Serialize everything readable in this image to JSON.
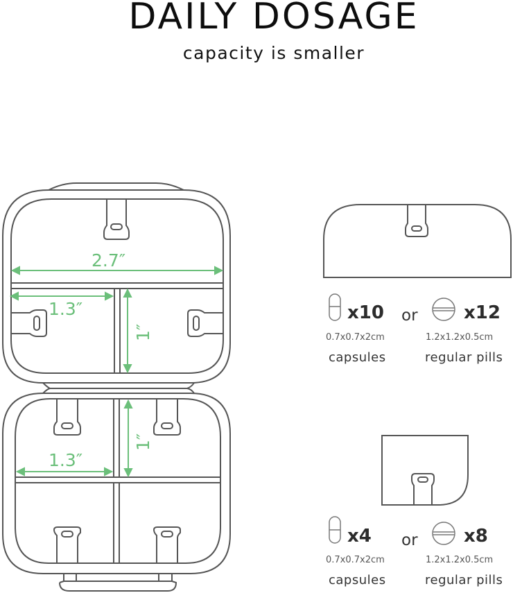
{
  "header": {
    "title": "DAILY DOSAGE",
    "subtitle": "capacity is smaller"
  },
  "colors": {
    "outline": "#555555",
    "measure": "#6bbf7a",
    "text": "#111111"
  },
  "diagram": {
    "top_compartment": {
      "width_label": "2.7″",
      "left_width_label": "1.3″",
      "height_label": "1″"
    },
    "bottom_compartment": {
      "width_label": "1.3″",
      "height_label": "1″"
    }
  },
  "capacity": {
    "large": {
      "capsules": {
        "icon": "capsule-icon",
        "count": "x10",
        "dims": "0.7x0.7x2cm",
        "label": "capsules"
      },
      "or": "or",
      "pills": {
        "icon": "round-pill-icon",
        "count": "x12",
        "dims": "1.2x1.2x0.5cm",
        "label": "regular pills"
      }
    },
    "small": {
      "capsules": {
        "icon": "capsule-icon",
        "count": "x4",
        "dims": "0.7x0.7x2cm",
        "label": "capsules"
      },
      "or": "or",
      "pills": {
        "icon": "round-pill-icon",
        "count": "x8",
        "dims": "1.2x1.2x0.5cm",
        "label": "regular pills"
      }
    }
  }
}
